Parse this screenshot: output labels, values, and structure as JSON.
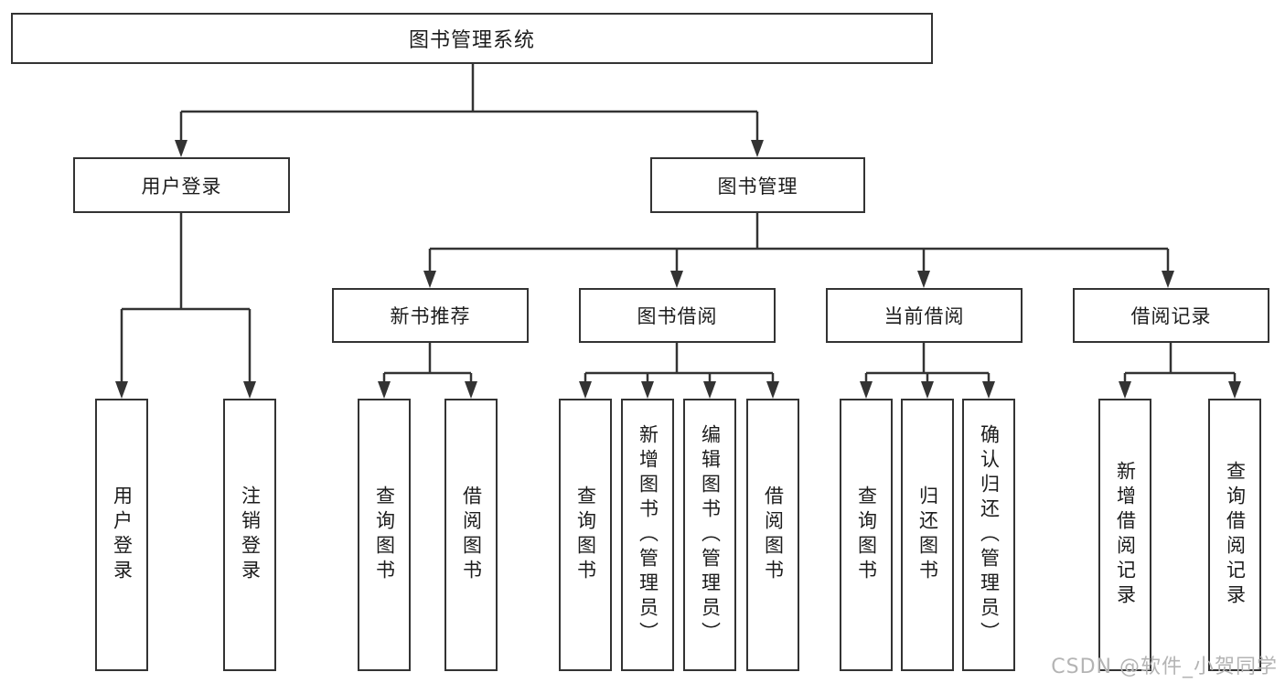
{
  "diagram": {
    "tree": {
      "label": "图书管理系统",
      "children": [
        {
          "label": "用户登录",
          "children": [
            {
              "label": "用户登录"
            },
            {
              "label": "注销登录"
            }
          ]
        },
        {
          "label": "图书管理",
          "children": [
            {
              "label": "新书推荐",
              "children": [
                {
                  "label": "查询图书"
                },
                {
                  "label": "借阅图书"
                }
              ]
            },
            {
              "label": "图书借阅",
              "children": [
                {
                  "label": "查询图书"
                },
                {
                  "label": "新增图书（管理员）"
                },
                {
                  "label": "编辑图书（管理员）"
                },
                {
                  "label": "借阅图书"
                }
              ]
            },
            {
              "label": "当前借阅",
              "children": [
                {
                  "label": "查询图书"
                },
                {
                  "label": "归还图书"
                },
                {
                  "label": "确认归还（管理员）"
                }
              ]
            },
            {
              "label": "借阅记录",
              "children": [
                {
                  "label": "新增借阅记录"
                },
                {
                  "label": "查询借阅记录"
                }
              ]
            }
          ]
        }
      ]
    },
    "colors": {
      "line": "#333333",
      "text": "#1c1c1c",
      "background": "#ffffff",
      "watermark": "#b4b4b4"
    }
  },
  "watermark": {
    "text": "CSDN @软件_小贺同学"
  }
}
